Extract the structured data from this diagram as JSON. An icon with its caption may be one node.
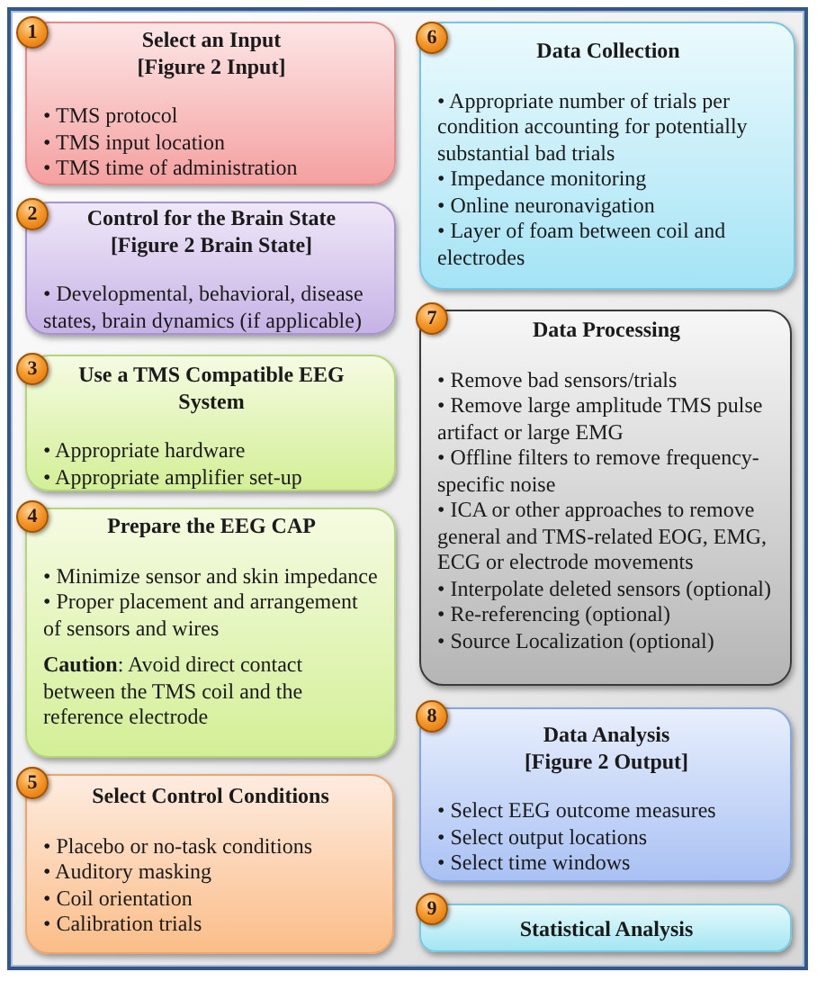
{
  "diagram": {
    "nodes": [
      {
        "text": [
          "1"
        ]
      },
      {
        "text": [
          "Select an Input [Figure 2 Input]",
          "• TMS protocol",
          "• TMS input location",
          "• TMS time of administration"
        ]
      },
      {
        "text": [
          "2"
        ]
      },
      {
        "text": [
          "Control for the Brain State [Figure 2 Brain State]",
          "• Developmental, behavioral, disease states, brain dynamics (if applicable)"
        ]
      },
      {
        "text": [
          "3"
        ]
      },
      {
        "text": [
          "Use a TMS Compatible EEG System",
          "• Appropriate hardware",
          "• Appropriate amplifier set-up"
        ]
      },
      {
        "text": [
          "4"
        ]
      },
      {
        "text": [
          "Prepare the EEG CAP",
          "• Minimize sensor and skin impedance",
          "• Proper placement and arrangement of sensors and wires",
          "**Caution**: Avoid direct contact between the TMS coil and the reference electrode"
        ]
      },
      {
        "text": [
          "5"
        ]
      },
      {
        "text": [
          "Select Control Conditions",
          "• Placebo or no-task conditions",
          "• Auditory masking",
          "• Coil orientation",
          "• Calibration trials"
        ]
      },
      {
        "text": [
          "6"
        ]
      },
      {
        "text": [
          "Data Collection",
          "• Appropriate number of trials per condition accounting for potentially substantial bad trials",
          "• Impedance monitoring",
          "• Online neuronavigation",
          "• Layer of foam between coil and electrodes"
        ]
      },
      {
        "text": [
          "7"
        ]
      },
      {
        "text": [
          "Data Processing",
          "• Remove bad sensors/trials",
          "• Remove large amplitude TMS pulse artifact or large EMG",
          "• Offline filters to remove frequency-specific noise",
          "• ICA or other approaches to remove general and TMS-related EOG, EMG, ECG or electrode movements",
          "• Interpolate deleted sensors (optional)",
          "• Re-referencing (optional)",
          "• Source Localization (optional)"
        ]
      },
      {
        "text": [
          "8"
        ]
      },
      {
        "text": [
          "Data Analysis [Figure 2 Output]",
          "• Select EEG outcome measures",
          "• Select output locations",
          "• Select time windows"
        ]
      },
      {
        "text": [
          "9"
        ]
      },
      {
        "text": [
          "Statistical Analysis"
        ]
      }
    ]
  }
}
